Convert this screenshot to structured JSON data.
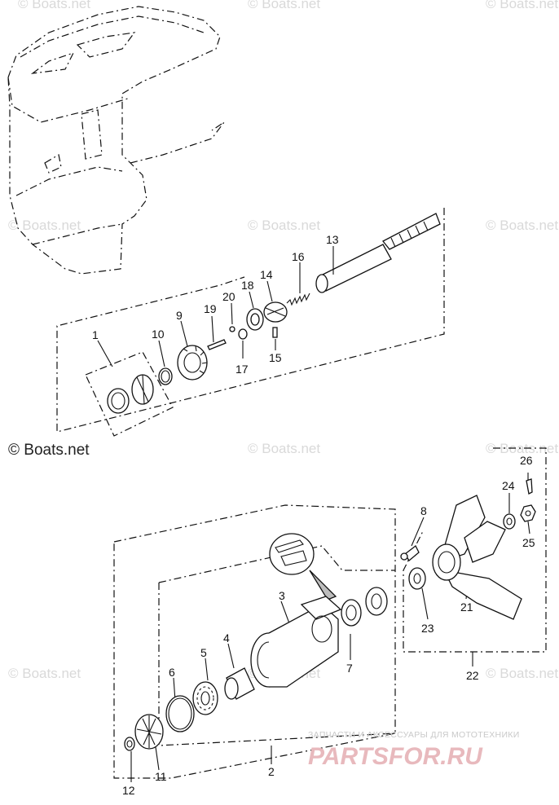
{
  "watermark": "© Boats.net",
  "brand": {
    "tagline": "ЗАПЧАСТИ И АКСЕССУАРЫ ДЛЯ МОТОТЕХНИКИ",
    "logo": "PARTSFOR.RU"
  },
  "callouts": [
    "1",
    "2",
    "3",
    "4",
    "5",
    "6",
    "7",
    "8",
    "9",
    "10",
    "11",
    "12",
    "13",
    "14",
    "15",
    "16",
    "17",
    "18",
    "19",
    "20",
    "21",
    "22",
    "23",
    "24",
    "25",
    "26"
  ]
}
